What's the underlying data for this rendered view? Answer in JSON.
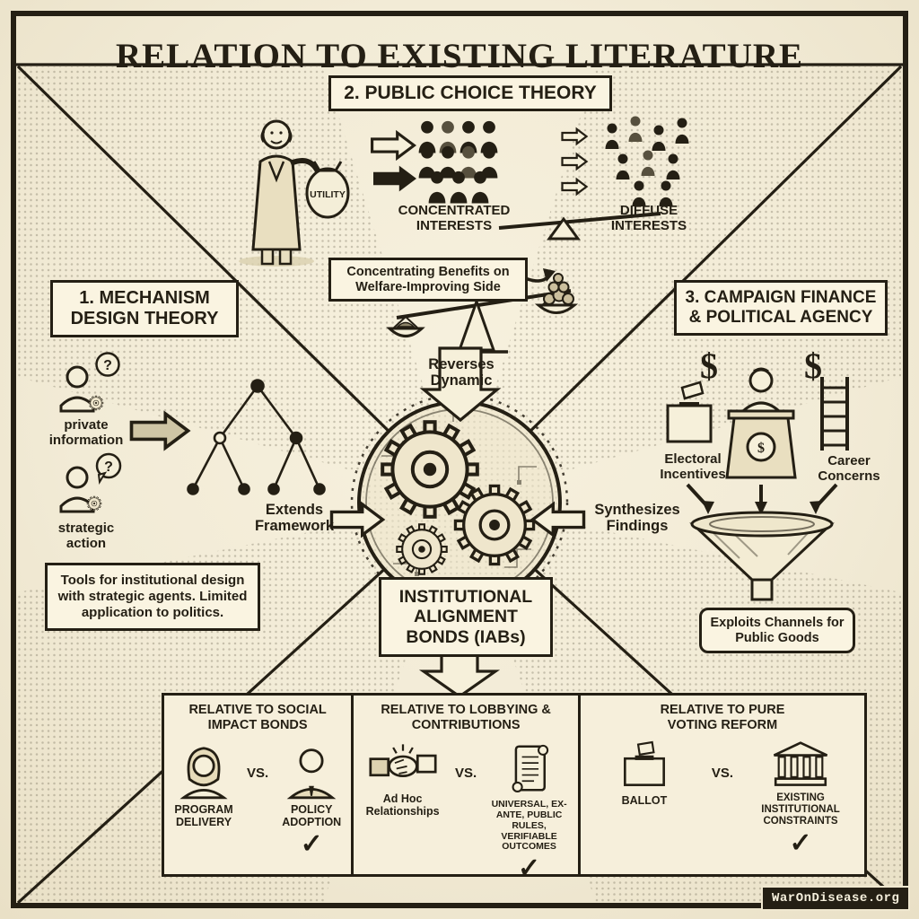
{
  "meta": {
    "title": "RELATION TO EXISTING LITERATURE",
    "watermark": "WarOnDisease.org"
  },
  "icons": {
    "check": "✓",
    "dollar": "$",
    "question": "?"
  },
  "colors": {
    "ink": "#241f14",
    "paper": "#f2ebd6",
    "panel": "#faf4e1"
  },
  "sections": {
    "public_choice": {
      "heading": "2. PUBLIC CHOICE THEORY",
      "utility": "UTILITY",
      "concentrated": "CONCENTRATED INTERESTS",
      "diffuse": "DIFFUSE INTERESTS",
      "benefits": "Concentrating Benefits on Welfare-Improving Side",
      "reverses": "Reverses Dynamic"
    },
    "mechanism": {
      "heading": "1. MECHANISM DESIGN THEORY",
      "private_information": "private information",
      "strategic_action": "strategic action",
      "extends": "Extends Framework",
      "tools": "Tools for institutional design with strategic agents. Limited application to politics."
    },
    "campaign": {
      "heading": "3. CAMPAIGN FINANCE & POLITICAL AGENCY",
      "electoral": "Electoral Incentives",
      "career": "Career Concerns",
      "synthesizes": "Synthesizes Findings",
      "exploits": "Exploits Channels for Public Goods"
    },
    "center": {
      "iab": "INSTITUTIONAL ALIGNMENT BONDS (IABs)"
    },
    "comparisons": [
      {
        "heading": "RELATIVE TO SOCIAL IMPACT BONDS",
        "left": "PROGRAM DELIVERY",
        "vs": "VS.",
        "right": "POLICY ADOPTION"
      },
      {
        "heading": "RELATIVE TO LOBBYING & CONTRIBUTIONS",
        "left": "Ad Hoc Relationships",
        "vs": "VS.",
        "right": "UNIVERSAL, EX-ANTE, PUBLIC RULES, VERIFIABLE OUTCOMES"
      },
      {
        "heading": "RELATIVE TO PURE VOTING REFORM",
        "left": "BALLOT",
        "vs": "VS.",
        "right": "EXISTING INSTITUTIONAL CONSTRAINTS"
      }
    ]
  }
}
